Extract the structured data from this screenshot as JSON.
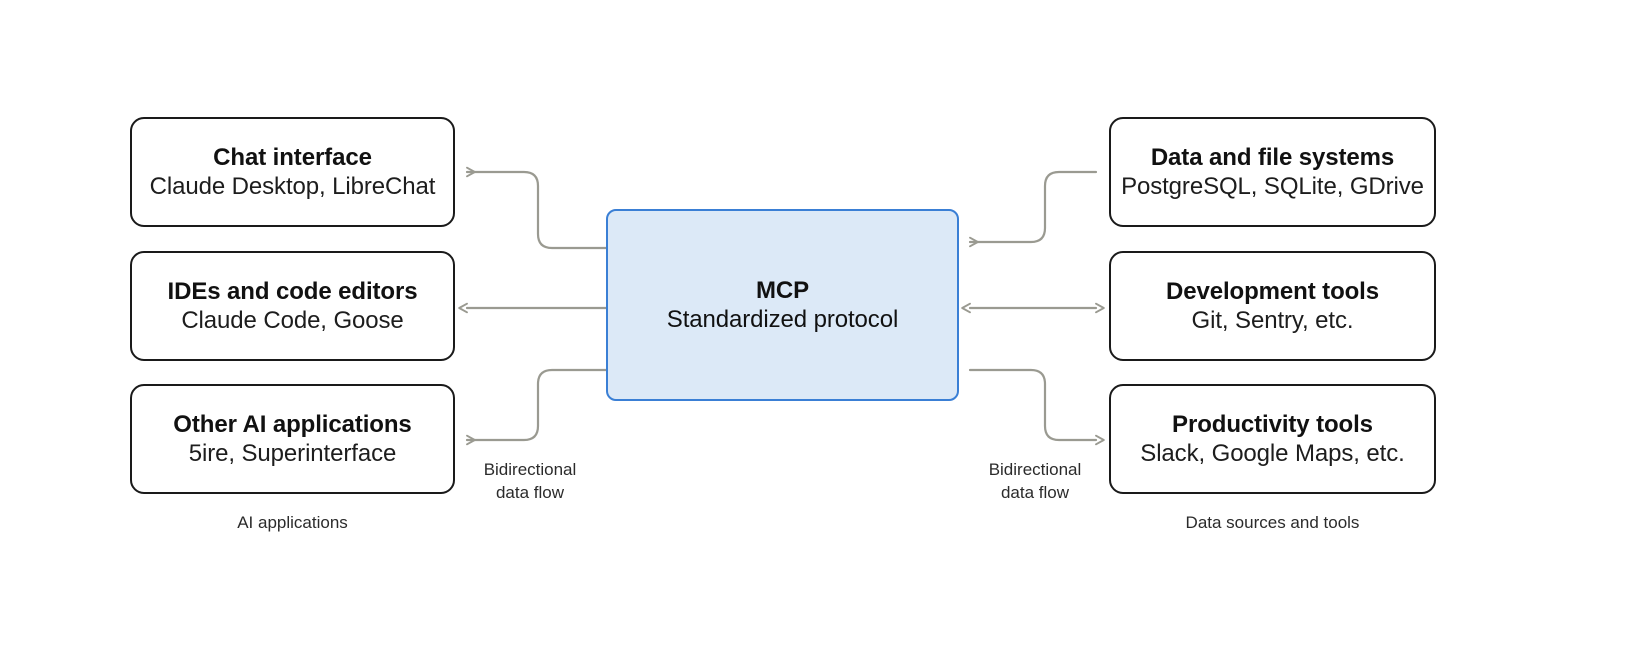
{
  "diagram": {
    "center": {
      "title": "MCP",
      "subtitle": "Standardized protocol"
    },
    "left_group": {
      "caption": "AI applications",
      "flow_label_line1": "Bidirectional",
      "flow_label_line2": "data flow",
      "nodes": [
        {
          "title": "Chat interface",
          "subtitle": "Claude Desktop, LibreChat"
        },
        {
          "title": "IDEs and code editors",
          "subtitle": "Claude Code, Goose"
        },
        {
          "title": "Other AI applications",
          "subtitle": "5ire, Superinterface"
        }
      ]
    },
    "right_group": {
      "caption": "Data sources and tools",
      "flow_label_line1": "Bidirectional",
      "flow_label_line2": "data flow",
      "nodes": [
        {
          "title": "Data and file systems",
          "subtitle": "PostgreSQL, SQLite, GDrive"
        },
        {
          "title": "Development tools",
          "subtitle": "Git, Sentry, etc."
        },
        {
          "title": "Productivity tools",
          "subtitle": "Slack, Google Maps, etc."
        }
      ]
    },
    "colors": {
      "center_fill": "#dce9f7",
      "center_border": "#3a7fd5",
      "node_border": "#1a1a1a",
      "connector": "#9a9a91",
      "background": "#ffffff",
      "text": "#1a1a1a"
    }
  }
}
